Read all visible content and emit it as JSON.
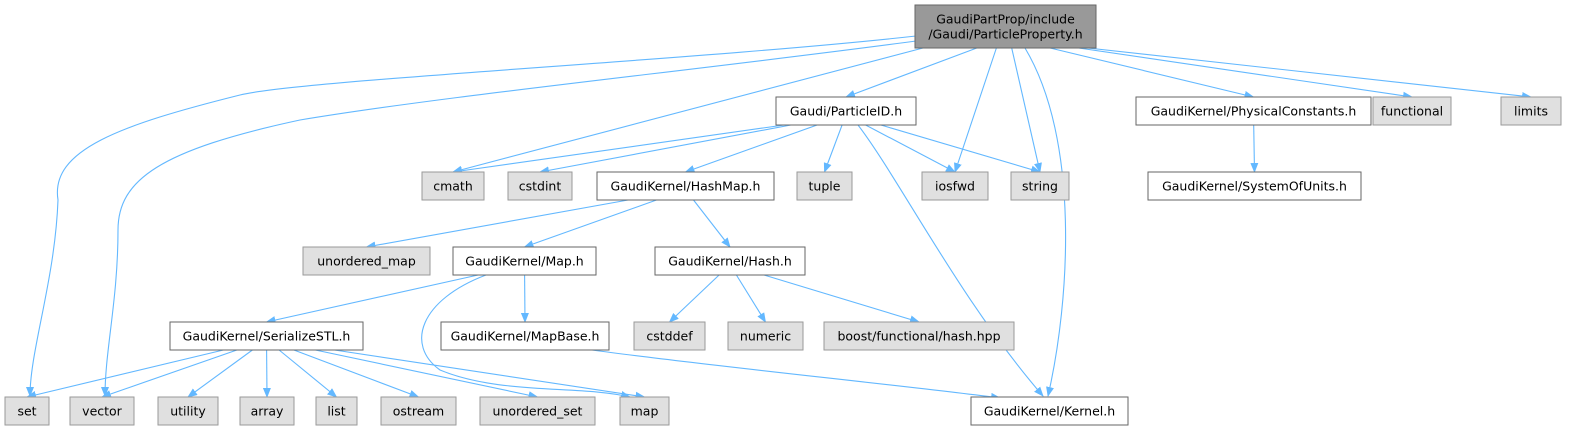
{
  "colors": {
    "edge": "#63b8ff",
    "root_fill": "#999999",
    "root_stroke": "#666666",
    "file_fill": "#ffffff",
    "file_stroke": "#666666",
    "system_fill": "#e0e0e0",
    "system_stroke": "#999999",
    "text": "#000000"
  },
  "nodes": [
    {
      "id": "root",
      "kind": "root",
      "lines": [
        "GaudiPartProp/include",
        "/Gaudi/ParticleProperty.h"
      ]
    },
    {
      "id": "particleid",
      "kind": "file",
      "lines": [
        "Gaudi/ParticleID.h"
      ]
    },
    {
      "id": "physconst",
      "kind": "file",
      "lines": [
        "GaudiKernel/PhysicalConstants.h"
      ]
    },
    {
      "id": "functional",
      "kind": "system",
      "lines": [
        "functional"
      ]
    },
    {
      "id": "limits",
      "kind": "system",
      "lines": [
        "limits"
      ]
    },
    {
      "id": "cmath",
      "kind": "system",
      "lines": [
        "cmath"
      ]
    },
    {
      "id": "cstdint",
      "kind": "system",
      "lines": [
        "cstdint"
      ]
    },
    {
      "id": "hashmap",
      "kind": "file",
      "lines": [
        "GaudiKernel/HashMap.h"
      ]
    },
    {
      "id": "tuple",
      "kind": "system",
      "lines": [
        "tuple"
      ]
    },
    {
      "id": "iosfwd",
      "kind": "system",
      "lines": [
        "iosfwd"
      ]
    },
    {
      "id": "string",
      "kind": "system",
      "lines": [
        "string"
      ]
    },
    {
      "id": "sysunits",
      "kind": "file",
      "lines": [
        "GaudiKernel/SystemOfUnits.h"
      ]
    },
    {
      "id": "unordered_map",
      "kind": "system",
      "lines": [
        "unordered_map"
      ]
    },
    {
      "id": "map_h",
      "kind": "file",
      "lines": [
        "GaudiKernel/Map.h"
      ]
    },
    {
      "id": "hash_h",
      "kind": "file",
      "lines": [
        "GaudiKernel/Hash.h"
      ]
    },
    {
      "id": "serialize",
      "kind": "file",
      "lines": [
        "GaudiKernel/SerializeSTL.h"
      ]
    },
    {
      "id": "mapbase",
      "kind": "file",
      "lines": [
        "GaudiKernel/MapBase.h"
      ]
    },
    {
      "id": "cstddef",
      "kind": "system",
      "lines": [
        "cstddef"
      ]
    },
    {
      "id": "numeric",
      "kind": "system",
      "lines": [
        "numeric"
      ]
    },
    {
      "id": "boosthash",
      "kind": "system",
      "lines": [
        "boost/functional/hash.hpp"
      ]
    },
    {
      "id": "set",
      "kind": "system",
      "lines": [
        "set"
      ]
    },
    {
      "id": "vector",
      "kind": "system",
      "lines": [
        "vector"
      ]
    },
    {
      "id": "utility",
      "kind": "system",
      "lines": [
        "utility"
      ]
    },
    {
      "id": "array",
      "kind": "system",
      "lines": [
        "array"
      ]
    },
    {
      "id": "list",
      "kind": "system",
      "lines": [
        "list"
      ]
    },
    {
      "id": "ostream",
      "kind": "system",
      "lines": [
        "ostream"
      ]
    },
    {
      "id": "unordered_set",
      "kind": "system",
      "lines": [
        "unordered_set"
      ]
    },
    {
      "id": "map",
      "kind": "system",
      "lines": [
        "map"
      ]
    },
    {
      "id": "kernel",
      "kind": "file",
      "lines": [
        "GaudiKernel/Kernel.h"
      ]
    }
  ],
  "edges": [
    [
      "root",
      "particleid"
    ],
    [
      "root",
      "physconst"
    ],
    [
      "root",
      "functional"
    ],
    [
      "root",
      "limits"
    ],
    [
      "root",
      "cmath"
    ],
    [
      "root",
      "iosfwd"
    ],
    [
      "root",
      "string"
    ],
    [
      "root",
      "kernel"
    ],
    [
      "root",
      "set"
    ],
    [
      "root",
      "vector"
    ],
    [
      "particleid",
      "cmath"
    ],
    [
      "particleid",
      "cstdint"
    ],
    [
      "particleid",
      "hashmap"
    ],
    [
      "particleid",
      "tuple"
    ],
    [
      "particleid",
      "iosfwd"
    ],
    [
      "particleid",
      "string"
    ],
    [
      "particleid",
      "kernel"
    ],
    [
      "physconst",
      "sysunits"
    ],
    [
      "hashmap",
      "unordered_map"
    ],
    [
      "hashmap",
      "map_h"
    ],
    [
      "hashmap",
      "hash_h"
    ],
    [
      "map_h",
      "serialize"
    ],
    [
      "map_h",
      "mapbase"
    ],
    [
      "map_h",
      "map"
    ],
    [
      "hash_h",
      "cstddef"
    ],
    [
      "hash_h",
      "numeric"
    ],
    [
      "hash_h",
      "boosthash"
    ],
    [
      "serialize",
      "set"
    ],
    [
      "serialize",
      "vector"
    ],
    [
      "serialize",
      "utility"
    ],
    [
      "serialize",
      "array"
    ],
    [
      "serialize",
      "list"
    ],
    [
      "serialize",
      "ostream"
    ],
    [
      "serialize",
      "unordered_set"
    ],
    [
      "serialize",
      "map"
    ],
    [
      "mapbase",
      "kernel"
    ]
  ]
}
